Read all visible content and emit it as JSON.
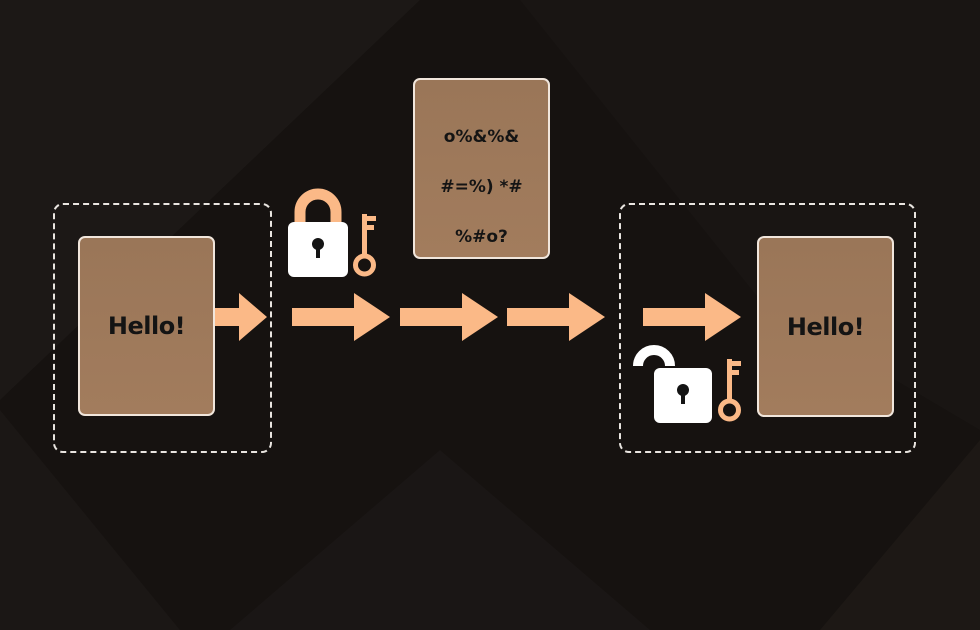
{
  "diagram": {
    "sender_document": {
      "text": "Hello!"
    },
    "encrypted_document": {
      "lines": [
        "o%&%&",
        "#=%) *#",
        "%#o?"
      ]
    },
    "receiver_document": {
      "text": "Hello!"
    },
    "icons": {
      "lock_closed": "locked-padlock-icon",
      "lock_open": "unlocked-padlock-icon",
      "key": "key-icon",
      "arrow": "arrow-right-icon"
    },
    "colors": {
      "background": "#161210",
      "accent": "#fbb987",
      "document_fill": "#9e7a5b",
      "document_border": "#f1e6dc",
      "dashed_border": "#e9e5e0",
      "lock_white": "#ffffff"
    }
  }
}
